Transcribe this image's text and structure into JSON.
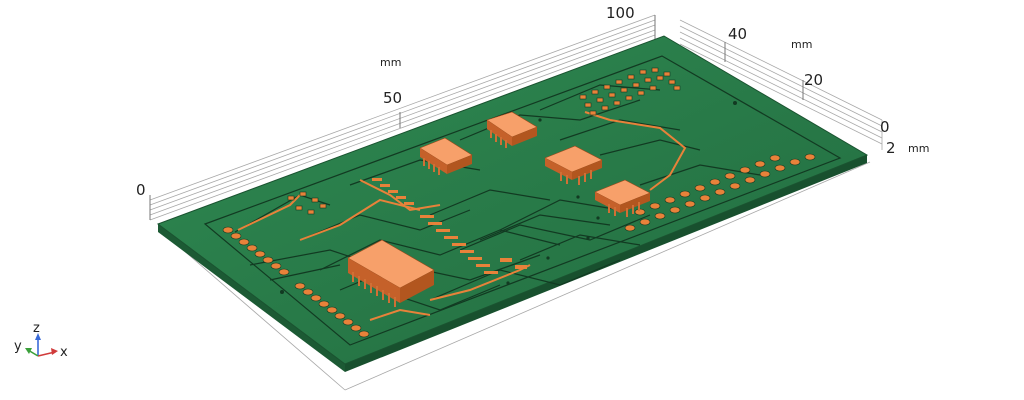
{
  "scene": {
    "x_axis": {
      "ticks": [
        "0",
        "50",
        "100"
      ],
      "unit": "mm"
    },
    "y_axis": {
      "ticks": [
        "0",
        "20",
        "40"
      ],
      "unit": "mm"
    },
    "z_axis": {
      "ticks": [
        "2"
      ],
      "unit": "mm"
    },
    "triad": {
      "x": "x",
      "y": "y",
      "z": "z"
    },
    "colors": {
      "board": "#2a7a4a",
      "board_edge": "#1a5330",
      "trace": "#123a22",
      "copper": "#e8823a",
      "chip_top": "#f7a06a",
      "chip_side": "#c5612a",
      "grid": "#9a9a9a"
    }
  }
}
